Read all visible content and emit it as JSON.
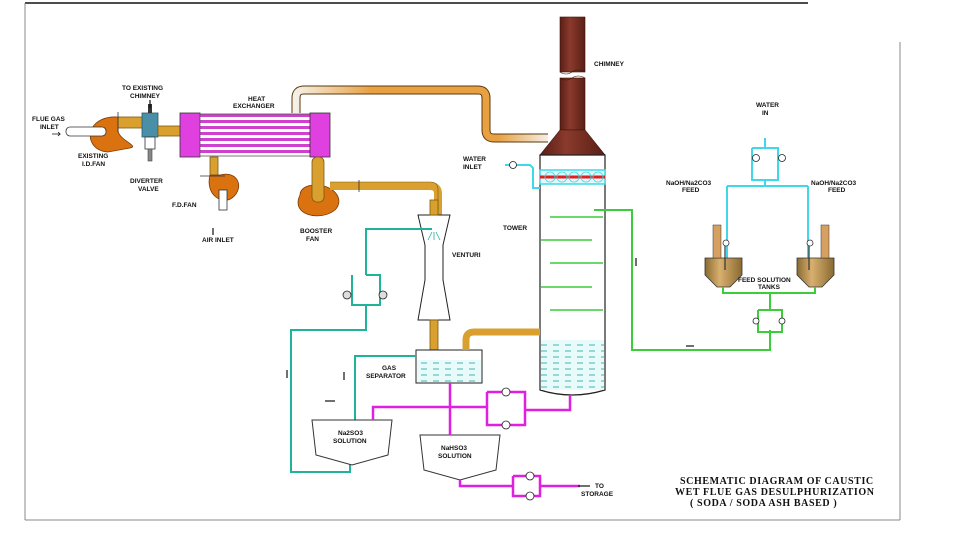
{
  "diagram": {
    "title_lines": [
      "SCHEMATIC DIAGRAM OF CAUSTIC",
      "WET FLUE GAS DESULPHURIZATION",
      "( SODA / SODA ASH BASED )"
    ],
    "labels": {
      "flue_gas_inlet": [
        "FLUE GAS",
        "INLET"
      ],
      "existing_id_fan": [
        "EXISTING",
        "I.D.FAN"
      ],
      "to_existing_chimney": [
        "TO EXISTING",
        "CHIMNEY"
      ],
      "diverter_valve": [
        "DIVERTER",
        "VALVE"
      ],
      "heat_exchanger": [
        "HEAT",
        "EXCHANGER"
      ],
      "fd_fan": "F.D.FAN",
      "air_inlet": "AIR INLET",
      "booster_fan": [
        "BOOSTER",
        "FAN"
      ],
      "chimney": "CHIMNEY",
      "water_inlet": [
        "WATER",
        "INLET"
      ],
      "tower": "TOWER",
      "venturi": "VENTURI",
      "gas_separator": [
        "GAS",
        "SEPARATOR"
      ],
      "na2so3_solution": [
        "Na2SO3",
        "SOLUTION"
      ],
      "nahso3_solution": [
        "NaHSO3",
        "SOLUTION"
      ],
      "to_storage": [
        "TO",
        "STORAGE"
      ],
      "water_in": [
        "WATER",
        "IN"
      ],
      "feed_left": [
        "NaOH/Na2CO3",
        "FEED"
      ],
      "feed_right": [
        "NaOH/Na2CO3",
        "FEED"
      ],
      "feed_solution_tanks": [
        "FEED SOLUTION",
        "TANKS"
      ]
    },
    "colors": {
      "flue_gas_duct": "#d9a030",
      "fan_orange": "#d9720f",
      "heat_exchanger_magenta": "#e040e0",
      "chimney_brown": "#7a2e22",
      "water_cyan": "#40d8e8",
      "recirc_teal": "#1fb39a",
      "caustic_green": "#3ccc3c",
      "product_magenta": "#e020e0",
      "diverter_blue": "#4a8fa8",
      "tank_tan": "#c8a060",
      "spray_red": "#e02020"
    }
  }
}
